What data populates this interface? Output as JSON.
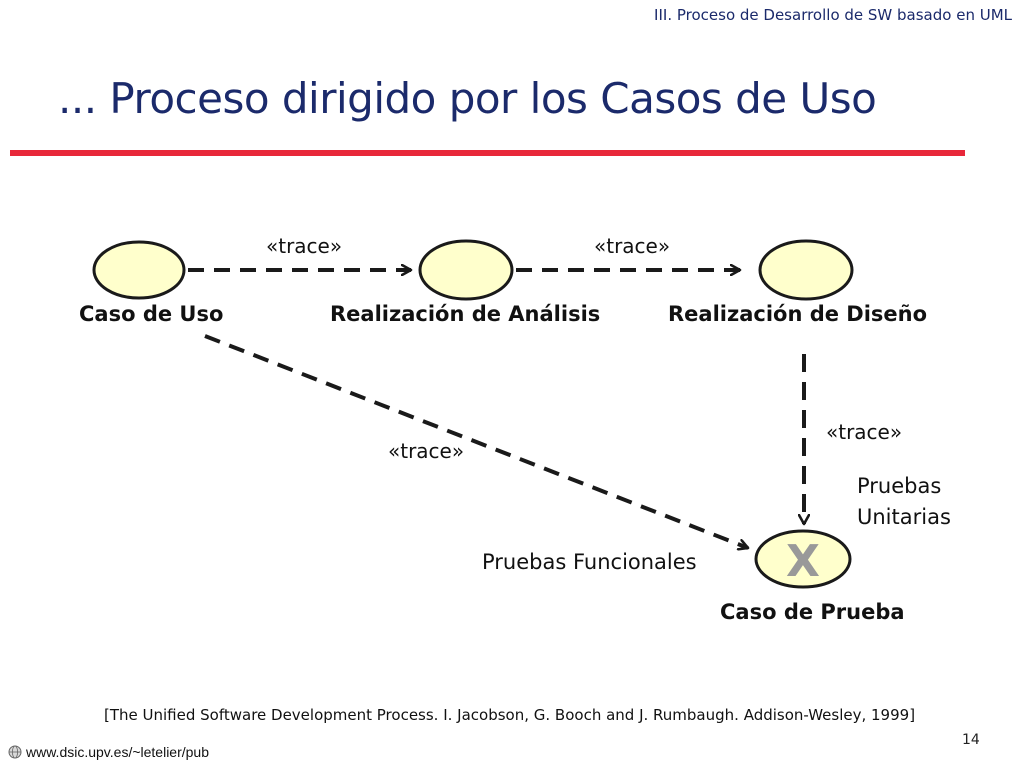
{
  "header": {
    "section_title": "III. Proceso de Desarrollo de SW basado en  UML"
  },
  "slide": {
    "title": "... Proceso dirigido por los Casos de Uso"
  },
  "diagram": {
    "nodes": {
      "use_case": "Caso de Uso",
      "analysis_realization": "Realización de Análisis",
      "design_realization": "Realización de Diseño",
      "test_case": "Caso de Prueba",
      "test_case_mark": "X"
    },
    "edges": {
      "trace_uc_analysis": "«trace»",
      "trace_analysis_design": "«trace»",
      "trace_uc_test": "«trace»",
      "trace_design_test": "«trace»"
    },
    "annotations": {
      "functional_tests": "Pruebas Funcionales",
      "unit_tests_line1": "Pruebas",
      "unit_tests_line2": "Unitarias"
    },
    "colors": {
      "ellipse_fill": "#ffffcc",
      "ellipse_stroke": "#1a1a1a",
      "arrow": "#1a1a1a",
      "x_mark": "#999999"
    }
  },
  "citation": "[The Unified Software Development Process. I. Jacobson, G. Booch and J. Rumbaugh. Addison-Wesley, 1999]",
  "page_number": "14",
  "footer": {
    "url": "www.dsic.upv.es/~letelier/pub",
    "icon": "globe-icon"
  },
  "theme": {
    "title_color": "#1b2a6b",
    "rule_color": "#e8283a"
  }
}
